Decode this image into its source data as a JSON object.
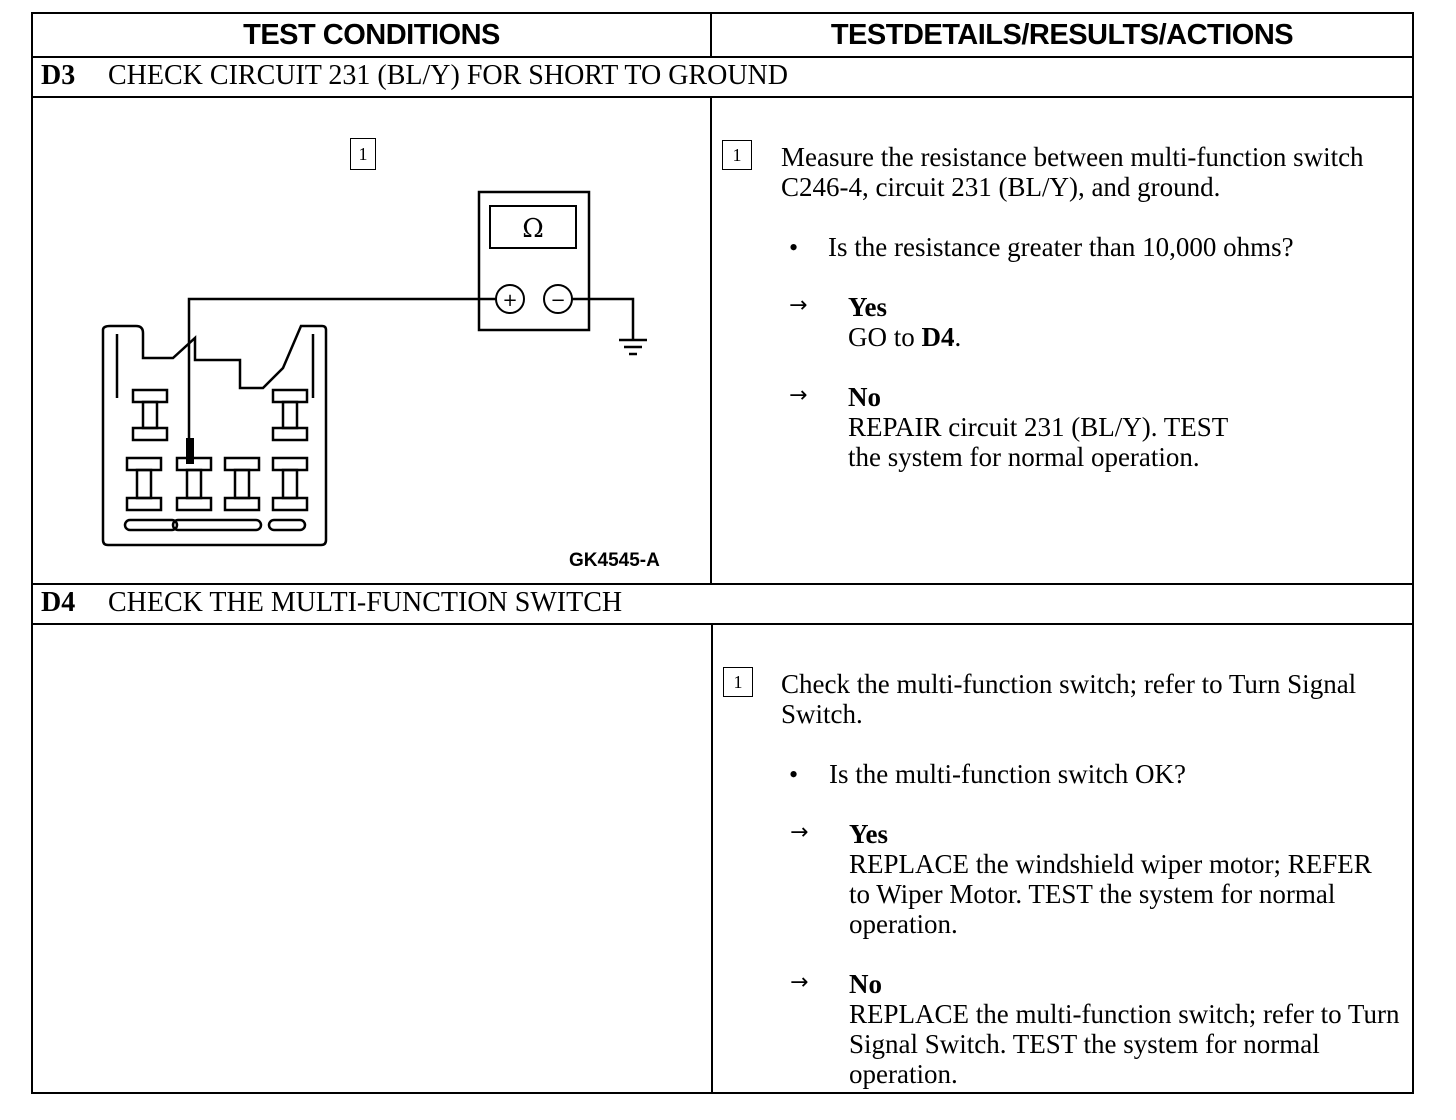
{
  "header": {
    "col_left": "TEST CONDITIONS",
    "col_right": "TESTDETAILS/RESULTS/ACTIONS"
  },
  "sections": [
    {
      "code": "D3",
      "title": "CHECK CIRCUIT 231 (BL/Y) FOR SHORT TO GROUND",
      "figure": {
        "step_number": "1",
        "meter_symbol": "Ω",
        "plus_symbol": "+",
        "minus_symbol": "−",
        "label": "GK4545-A"
      },
      "step": {
        "number": "1",
        "instruction": "Measure the resistance between multi-function switch C246-4, circuit 231 (BL/Y), and ground.",
        "question": "Is the resistance greater than 10,000 ohms?",
        "yes_label": "Yes",
        "yes_action_prefix": "GO to ",
        "yes_action_ref": "D4",
        "yes_action_suffix": ".",
        "no_label": "No",
        "no_action": "REPAIR circuit 231 (BL/Y). TEST the system for normal operation."
      }
    },
    {
      "code": "D4",
      "title": "CHECK THE MULTI-FUNCTION SWITCH",
      "step": {
        "number": "1",
        "instruction": "Check the multi-function switch; refer to  Turn Signal Switch.",
        "question": "Is the multi-function switch OK?",
        "yes_label": "Yes",
        "yes_action": "REPLACE the windshield wiper motor; REFER to Wiper Motor. TEST  the system for normal operation.",
        "no_label": "No",
        "no_action": "REPLACE the multi-function switch; refer to Turn Signal Switch. TEST the system for normal operation."
      }
    }
  ],
  "icons": {
    "arrow": "right-arrow-icon",
    "bullet": "bullet-icon",
    "ground": "ground-symbol-icon",
    "ohmmeter": "ohmmeter-icon"
  }
}
